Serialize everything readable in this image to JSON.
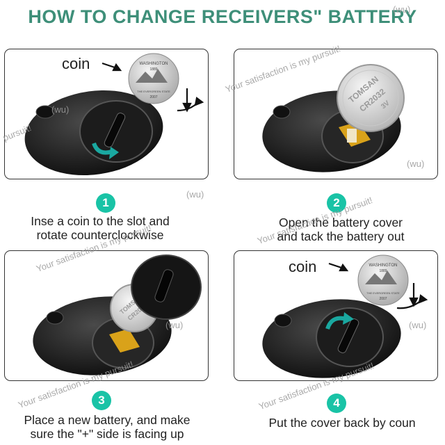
{
  "title": "HOW TO CHANGE RECEIVERS\" BATTERY",
  "steps": [
    {
      "number": "1",
      "line1": "Inse a coin to the slot and",
      "line2": "rotate counterclockwise"
    },
    {
      "number": "2",
      "line1": "Open the battery cover",
      "line2": "and tack the battery out"
    },
    {
      "number": "3",
      "line1": "Place a new battery, and make",
      "line2": "sure the \"+\" side is facing up"
    },
    {
      "number": "4",
      "line1": "Put the cover back by coun",
      "line2": ""
    }
  ],
  "coin_label": "coin",
  "coin_text": {
    "top": "WASHINGTON",
    "year": "1889",
    "motto": "THE EVERGREEN STATE",
    "date": "2007"
  },
  "battery_text": {
    "brand": "TOMSAN",
    "model": "CR2032",
    "voltage": "3V"
  },
  "watermarks": {
    "satisfaction": "Your satisfaction is my pursuit!",
    "short": "pursuit!",
    "tag": "(wu)"
  },
  "colors": {
    "title": "#3e8f79",
    "badge": "#19c3a6",
    "arrow": "#1aa8a0"
  }
}
